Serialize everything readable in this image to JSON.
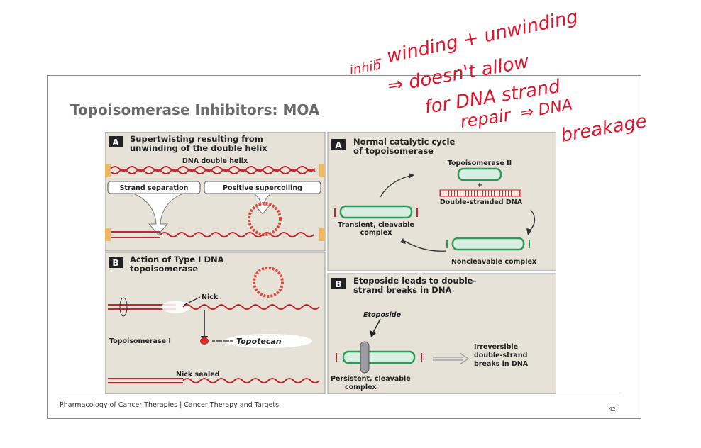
{
  "slide": {
    "title": "Topoisomerase Inhibitors: MOA",
    "footer": "Pharmacology of Cancer Therapies | Cancer Therapy and Targets",
    "page_number": "42"
  },
  "figure": {
    "left_a": {
      "badge": "A",
      "heading_line1": "Supertwisting resulting from",
      "heading_line2": "unwinding of the double helix",
      "dna_label": "DNA double helix",
      "strand_separation": "Strand separation",
      "positive_supercoiling": "Positive supercoiling"
    },
    "left_b": {
      "badge": "B",
      "heading_line1": "Action of Type I DNA",
      "heading_line2": "topoisomerase",
      "nick": "Nick",
      "topoisomerase_i": "Topoisomerase I",
      "topotecan": "Topotecan",
      "nick_sealed": "Nick sealed"
    },
    "right_a": {
      "badge": "A",
      "heading_line1": "Normal catalytic cycle",
      "heading_line2": "of topoisomerase",
      "topoisomerase_ii": "Topoisomerase II",
      "plus": "+",
      "double_stranded": "Double-stranded DNA",
      "transient_line1": "Transient, cleavable",
      "transient_line2": "complex",
      "noncleavable": "Noncleavable complex"
    },
    "right_b": {
      "badge": "B",
      "heading_line1": "Etoposide leads to double-",
      "heading_line2": "strand breaks in DNA",
      "etoposide": "Etoposide",
      "irreversible_line1": "Irreversible",
      "irreversible_line2": "double-strand",
      "irreversible_line3": "breaks in DNA",
      "persistent_line1": "Persistent, cleavable",
      "persistent_line2": "complex"
    }
  },
  "handwriting": {
    "line1": "inhib",
    "line2": "- winding + unwinding",
    "line3": "⇒ doesn't allow",
    "line4": "for DNA strand",
    "line5": "repair",
    "line6": "⇒ DNA",
    "line7": "breakage"
  },
  "colors": {
    "panel_background": "#e7e2d8",
    "dna_red": "#c0272d",
    "enzyme_green": "#2e9a5a",
    "ink_red": "#e0142b"
  }
}
